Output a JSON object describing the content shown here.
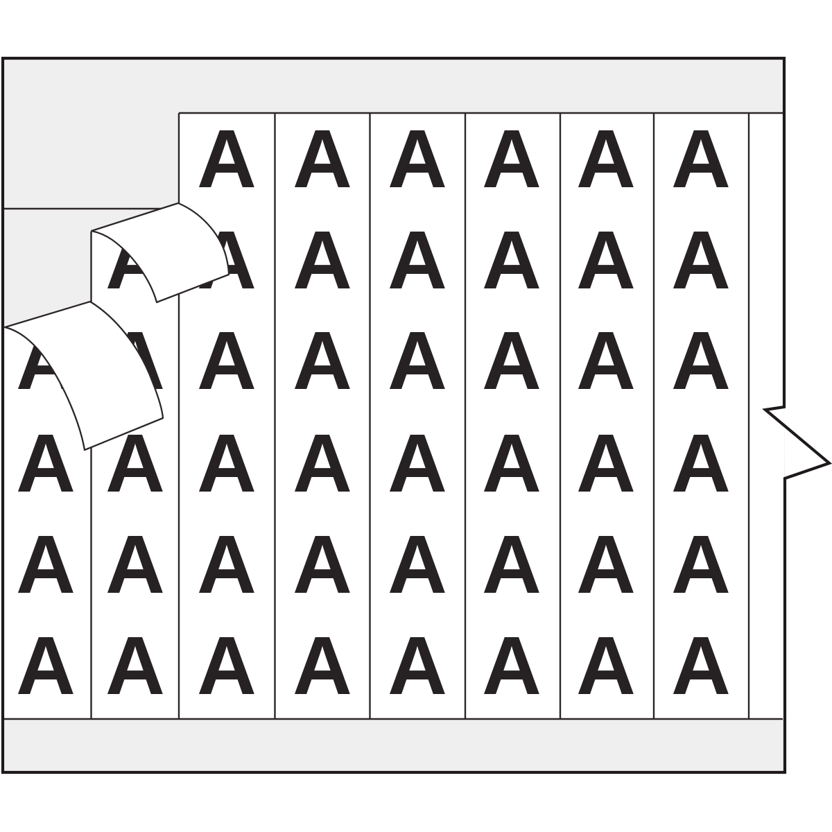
{
  "product": {
    "kind": "wire-marker-label-card",
    "printed_character": "A",
    "visible_marker_count": 45,
    "marker_columns": 8,
    "marker_rows": 6,
    "peeled_labels": 2
  },
  "colors": {
    "page_bg": "#ffffff",
    "card_gray": "#efeff0",
    "label_white": "#ffffff",
    "ink": "#262223",
    "line": "#2b2627",
    "border": "#1e1a1b"
  },
  "label_grid": {
    "char": "A",
    "rows": [
      {
        "cells": [
          "",
          "",
          "A",
          "A",
          "A",
          "A",
          "A",
          "A"
        ]
      },
      {
        "cells": [
          "",
          "A",
          "A",
          "A",
          "A",
          "A",
          "A",
          "A"
        ]
      },
      {
        "cells": [
          "A",
          "A",
          "A",
          "A",
          "A",
          "A",
          "A",
          "A"
        ]
      },
      {
        "cells": [
          "A",
          "A",
          "A",
          "A",
          "A",
          "A",
          "A",
          "A"
        ]
      },
      {
        "cells": [
          "A",
          "A",
          "A",
          "A",
          "A",
          "A",
          "A",
          "A"
        ]
      },
      {
        "cells": [
          "A",
          "A",
          "A",
          "A",
          "A",
          "A",
          "A",
          "A"
        ]
      }
    ]
  }
}
